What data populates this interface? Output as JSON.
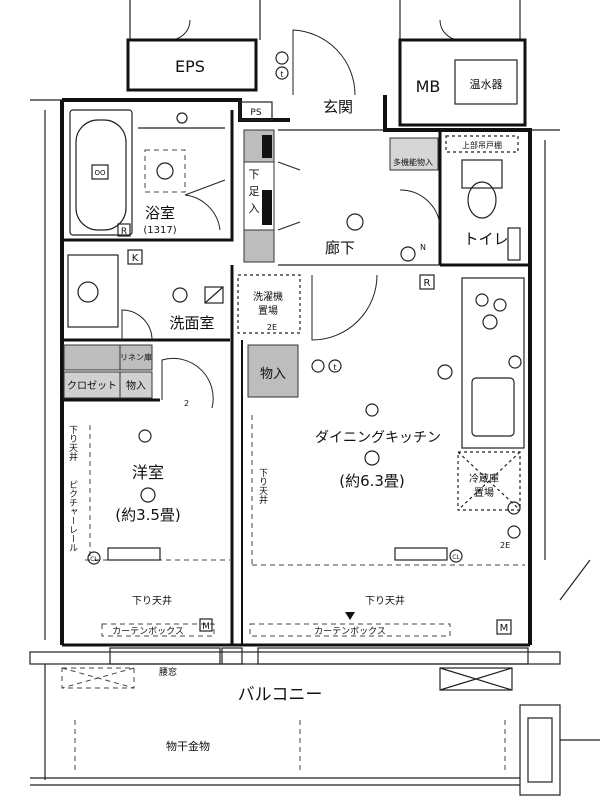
{
  "rooms": {
    "eps": "EPS",
    "mb": "MB",
    "water_heater": "温水器",
    "ps": "PS",
    "entrance": "玄関",
    "bath": "浴室",
    "bath_size": "(1317)",
    "shoe_box": "下足入",
    "storage_small": "多機能物入",
    "hallway": "廊下",
    "toilet": "トイレ",
    "toilet_shelf": "上部吊戸棚",
    "washroom": "洗面室",
    "washer": "洗濯機",
    "washer_place": "置場",
    "linen": "リネン庫",
    "closet": "クロゼット",
    "closet_storage": "物入",
    "storage": "物入",
    "western_room": "洋室",
    "western_size": "(約3.5畳)",
    "dk": "ダイニングキッチン",
    "dk_size": "(約6.3畳)",
    "fridge": "冷蔵庫",
    "fridge_place": "置場",
    "balcony": "バルコニー",
    "waist_window": "腰窓",
    "clothes_hanger": "物干金物"
  },
  "annotations": {
    "lowered_ceiling": "下り天井",
    "lowered_ceiling_v": "下り天井",
    "picture_rail": "ピクチャーレール",
    "curtain_box": "カーテンボックス",
    "cl": "CL",
    "r": "R",
    "k": "K",
    "m": "M",
    "n": "N",
    "t": "t",
    "two": "2",
    "two_e": "2E"
  }
}
